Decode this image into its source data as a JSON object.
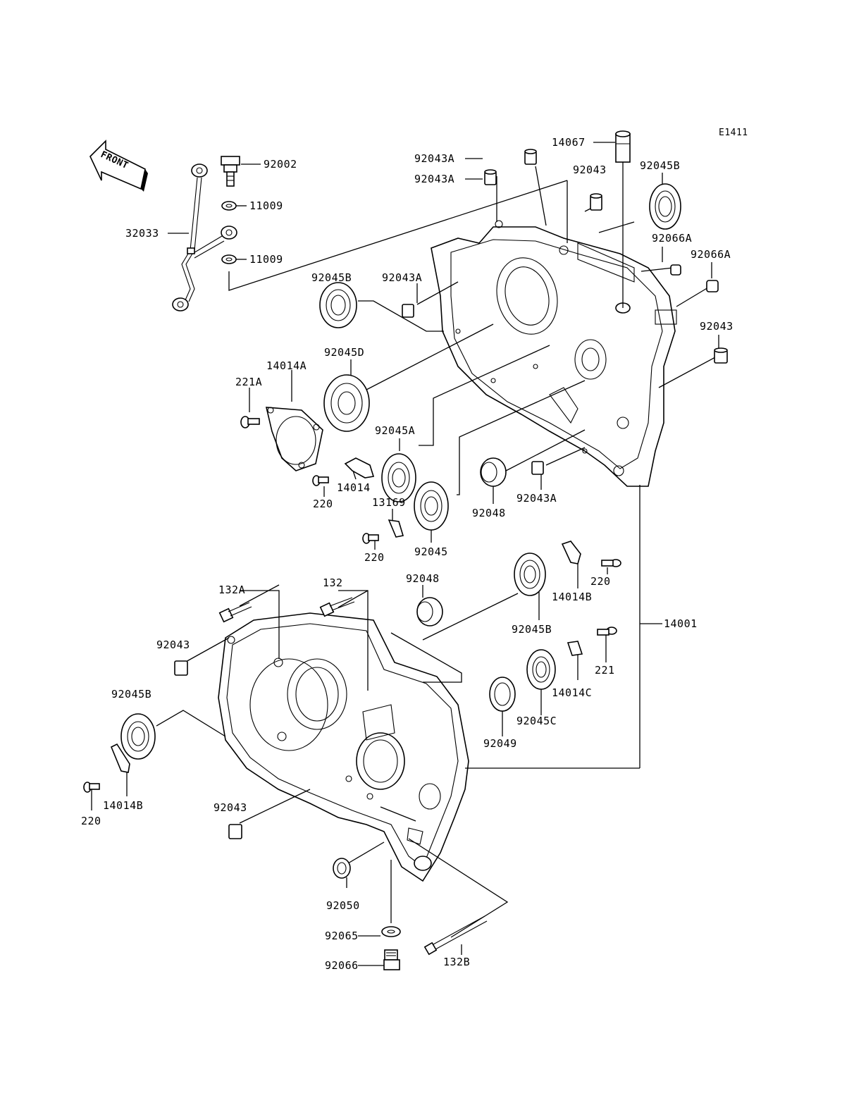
{
  "diagram_code": "E1411",
  "front_marker": "FRONT",
  "labels": {
    "l92002": "92002",
    "l11009a": "11009",
    "l11009b": "11009",
    "l32033": "32033",
    "l92043A_1": "92043A",
    "l92043A_2": "92043A",
    "l92043A_3": "92043A",
    "l92043A_4": "92043A",
    "l14067": "14067",
    "l92043_top": "92043",
    "l92045B_top": "92045B",
    "l92066A_1": "92066A",
    "l92066A_2": "92066A",
    "l92043_right": "92043",
    "l92045B_left": "92045B",
    "l92045D": "92045D",
    "l14014A": "14014A",
    "l221A": "221A",
    "l92045A": "92045A",
    "l14014": "14014",
    "l220_a": "220",
    "l13169": "13169",
    "l92045": "92045",
    "l220_b": "220",
    "l92048_up": "92048",
    "l220_c": "220",
    "l14014B_r": "14014B",
    "l92048_low": "92048",
    "l132A": "132A",
    "l132": "132",
    "l92045B_mid": "92045B",
    "l14001": "14001",
    "l221": "221",
    "l14014C": "14014C",
    "l92043_left": "92043",
    "l92045C": "92045C",
    "l92049": "92049",
    "l92045B_low": "92045B",
    "l14014B_l": "14014B",
    "l220_d": "220",
    "l92043_low": "92043",
    "l92050": "92050",
    "l92065": "92065",
    "l132B": "132B",
    "l92066": "92066"
  }
}
